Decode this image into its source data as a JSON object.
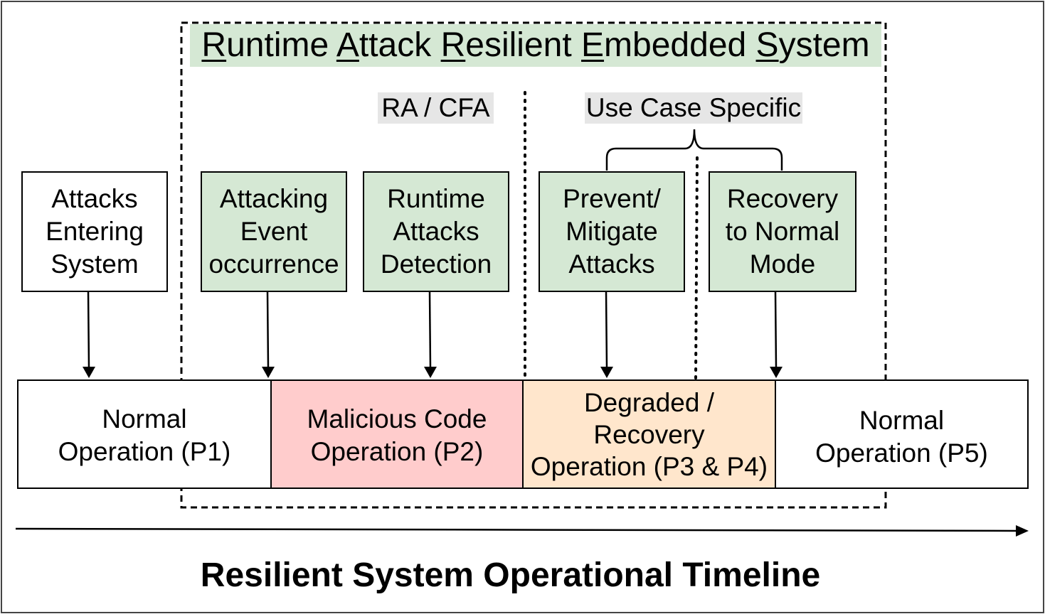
{
  "title": {
    "words": [
      {
        "first": "R",
        "rest": "untime"
      },
      {
        "first": "A",
        "rest": "ttack"
      },
      {
        "first": "R",
        "rest": "esilient"
      },
      {
        "first": "E",
        "rest": "mbedded"
      },
      {
        "first": "S",
        "rest": "ystem"
      }
    ],
    "background": "#d5e8d4"
  },
  "tags": {
    "ra_cfa": "RA / CFA",
    "use_case": "Use Case Specific",
    "background": "#e6e6e6"
  },
  "top_boxes": [
    {
      "label": "Attacks\nEntering\nSystem",
      "fill": "#ffffff"
    },
    {
      "label": "Attacking\nEvent\noccurrence",
      "fill": "#d5e8d4"
    },
    {
      "label": "Runtime\nAttacks\nDetection",
      "fill": "#d5e8d4"
    },
    {
      "label": "Prevent/\nMitigate\nAttacks",
      "fill": "#d5e8d4"
    },
    {
      "label": "Recovery\nto Normal\nMode",
      "fill": "#d5e8d4"
    }
  ],
  "timeline_segments": [
    {
      "label": "Normal\nOperation (P1)",
      "fill": "#ffffff"
    },
    {
      "label": "Malicious Code\nOperation (P2)",
      "fill": "#ffcccc"
    },
    {
      "label": "Degraded /\nRecovery\nOperation (P3 & P4)",
      "fill": "#ffe6cc"
    },
    {
      "label": "Normal\nOperation (P5)",
      "fill": "#ffffff"
    }
  ],
  "caption": "Resilient System Operational Timeline"
}
